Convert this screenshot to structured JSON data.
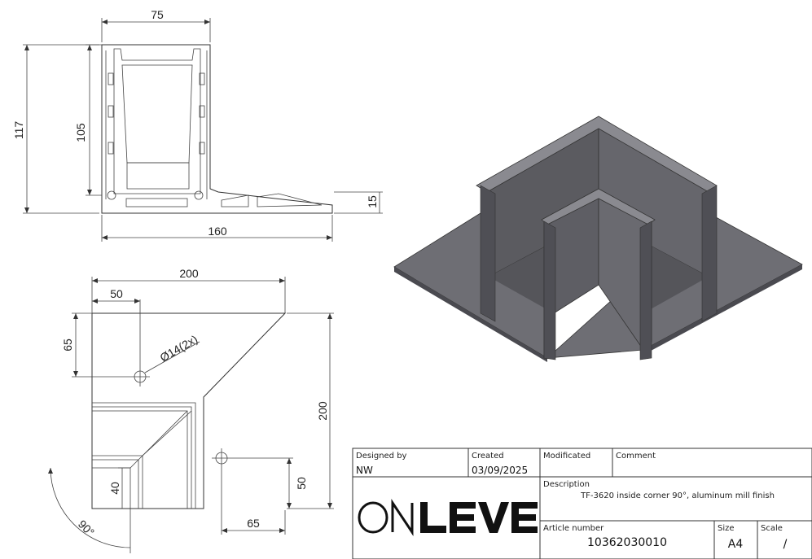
{
  "dimensions": {
    "profile_width": "75",
    "profile_height_total": "117",
    "profile_height_inner": "105",
    "base_height": "15",
    "base_length": "160",
    "plan_width": "200",
    "plan_height": "200",
    "hole_offset_x_top": "50",
    "hole_offset_y_top": "65",
    "hole_note": "Ø14(2x)",
    "hole_offset_x_bottom": "65",
    "hole_offset_y_bottom": "50",
    "leg_40": "40",
    "angle": "90°"
  },
  "title_block": {
    "designed_by_label": "Designed by",
    "designed_by_value": "NW",
    "created_label": "Created",
    "created_value": "03/09/2025",
    "modificated_label": "Modificated",
    "comment_label": "Comment",
    "description_label": "Description",
    "description_value": "TF-3620 inside corner 90°, aluminum mill finish",
    "article_label": "Article number",
    "article_value": "10362030010",
    "size_label": "Size",
    "size_value": "A4",
    "scale_label": "Scale",
    "scale_value": "/",
    "logo_text": "ONLEVEL"
  },
  "colors": {
    "steel_dark": "#5b5b60",
    "steel_mid": "#6e6e74",
    "steel_light": "#8a8a90"
  }
}
